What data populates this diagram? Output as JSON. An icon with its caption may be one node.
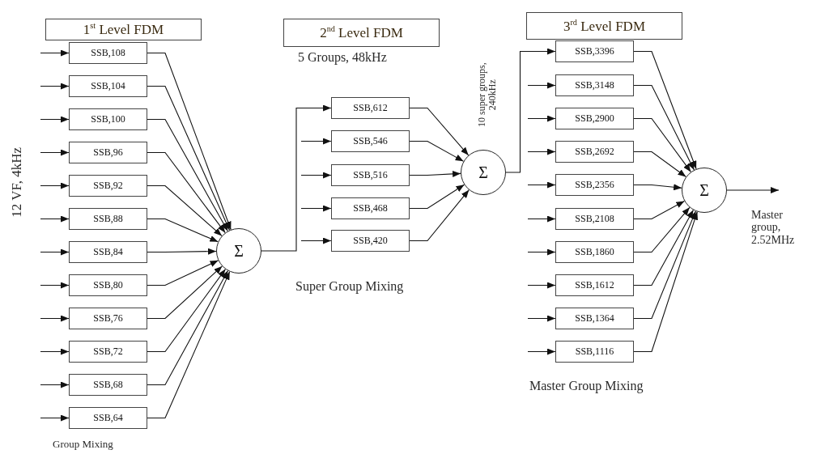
{
  "diagram": {
    "nodes": [
      {
        "text": [
          "1$^{st}$ Level FDM"
        ]
      },
      {
        "text": [
          "2$^{nd}$ Level FDM"
        ]
      },
      {
        "text": [
          "3$^{rd}$ Level FDM"
        ]
      },
      {
        "text": [
          "SSB,108"
        ]
      },
      {
        "text": [
          "SSB,104"
        ]
      },
      {
        "text": [
          "SSB,100"
        ]
      },
      {
        "text": [
          "SSB,96"
        ]
      },
      {
        "text": [
          "SSB,92"
        ]
      },
      {
        "text": [
          "SSB,88"
        ]
      },
      {
        "text": [
          "SSB,84"
        ]
      },
      {
        "text": [
          "SSB,80"
        ]
      },
      {
        "text": [
          "SSB,76"
        ]
      },
      {
        "text": [
          "SSB,72"
        ]
      },
      {
        "text": [
          "SSB,68"
        ]
      },
      {
        "text": [
          "SSB,64"
        ]
      },
      {
        "text": [
          "Σ"
        ]
      },
      {
        "text": [
          "SSB,612"
        ]
      },
      {
        "text": [
          "SSB,546"
        ]
      },
      {
        "text": [
          "SSB,516"
        ]
      },
      {
        "text": [
          "SSB,468"
        ]
      },
      {
        "text": [
          "SSB,420"
        ]
      },
      {
        "text": [
          "Σ"
        ]
      },
      {
        "text": [
          "SSB,3396"
        ]
      },
      {
        "text": [
          "SSB,3148"
        ]
      },
      {
        "text": [
          "SSB,2900"
        ]
      },
      {
        "text": [
          "SSB,2692"
        ]
      },
      {
        "text": [
          "SSB,2356"
        ]
      },
      {
        "text": [
          "SSB,2108"
        ]
      },
      {
        "text": [
          "SSB,1860"
        ]
      },
      {
        "text": [
          "SSB,1612"
        ]
      },
      {
        "text": [
          "SSB,1364"
        ]
      },
      {
        "text": [
          "SSB,1116"
        ]
      },
      {
        "text": [
          "Σ"
        ]
      }
    ],
    "edges": [
      {
        "from": null,
        "to": 3,
        "arrow": "to"
      },
      {
        "from": null,
        "to": 4,
        "arrow": "to"
      },
      {
        "from": null,
        "to": 5,
        "arrow": "to"
      },
      {
        "from": null,
        "to": 6,
        "arrow": "to"
      },
      {
        "from": null,
        "to": 7,
        "arrow": "to"
      },
      {
        "from": null,
        "to": 8,
        "arrow": "to"
      },
      {
        "from": null,
        "to": 9,
        "arrow": "to"
      },
      {
        "from": null,
        "to": 10,
        "arrow": "to"
      },
      {
        "from": null,
        "to": 11,
        "arrow": "to"
      },
      {
        "from": null,
        "to": 12,
        "arrow": "to"
      },
      {
        "from": null,
        "to": 13,
        "arrow": "to"
      },
      {
        "from": null,
        "to": 14,
        "arrow": "to"
      },
      {
        "from": 3,
        "to": 15,
        "arrow": "to"
      },
      {
        "from": 4,
        "to": 15,
        "arrow": "to"
      },
      {
        "from": 5,
        "to": 15,
        "arrow": "to"
      },
      {
        "from": 6,
        "to": 15,
        "arrow": "to"
      },
      {
        "from": 7,
        "to": 15,
        "arrow": "to"
      },
      {
        "from": 8,
        "to": 15,
        "arrow": "to"
      },
      {
        "from": 9,
        "to": 15,
        "arrow": "to"
      },
      {
        "from": 10,
        "to": 15,
        "arrow": "to"
      },
      {
        "from": 11,
        "to": 15,
        "arrow": "to"
      },
      {
        "from": 12,
        "to": 15,
        "arrow": "to"
      },
      {
        "from": 13,
        "to": 15,
        "arrow": "to"
      },
      {
        "from": 14,
        "to": 15,
        "arrow": "to"
      },
      {
        "from": 15,
        "to": 16,
        "arrow": "to"
      },
      {
        "from": null,
        "to": 17,
        "arrow": "to"
      },
      {
        "from": null,
        "to": 18,
        "arrow": "to"
      },
      {
        "from": null,
        "to": 19,
        "arrow": "to"
      },
      {
        "from": null,
        "to": 20,
        "arrow": "to"
      },
      {
        "from": 16,
        "to": 21,
        "arrow": "to"
      },
      {
        "from": 17,
        "to": 21,
        "arrow": "to"
      },
      {
        "from": 18,
        "to": 21,
        "arrow": "to"
      },
      {
        "from": 19,
        "to": 21,
        "arrow": "to"
      },
      {
        "from": 20,
        "to": 21,
        "arrow": "to"
      },
      {
        "from": 21,
        "to": 22,
        "arrow": "to"
      },
      {
        "from": null,
        "to": 23,
        "arrow": "to"
      },
      {
        "from": null,
        "to": 24,
        "arrow": "to"
      },
      {
        "from": null,
        "to": 25,
        "arrow": "to"
      },
      {
        "from": null,
        "to": 26,
        "arrow": "to"
      },
      {
        "from": null,
        "to": 27,
        "arrow": "to"
      },
      {
        "from": null,
        "to": 28,
        "arrow": "to"
      },
      {
        "from": null,
        "to": 29,
        "arrow": "to"
      },
      {
        "from": null,
        "to": 30,
        "arrow": "to"
      },
      {
        "from": null,
        "to": 31,
        "arrow": "to"
      },
      {
        "from": 22,
        "to": 32,
        "arrow": "to"
      },
      {
        "from": 23,
        "to": 32,
        "arrow": "to"
      },
      {
        "from": 24,
        "to": 32,
        "arrow": "to"
      },
      {
        "from": 25,
        "to": 32,
        "arrow": "to"
      },
      {
        "from": 26,
        "to": 32,
        "arrow": "to"
      },
      {
        "from": 27,
        "to": 32,
        "arrow": "to"
      },
      {
        "from": 28,
        "to": 32,
        "arrow": "to"
      },
      {
        "from": 29,
        "to": 32,
        "arrow": "to"
      },
      {
        "from": 30,
        "to": 32,
        "arrow": "to"
      },
      {
        "from": 31,
        "to": 32,
        "arrow": "to"
      },
      {
        "from": 32,
        "to": null,
        "arrow": "to"
      }
    ],
    "labels": [
      "12 VF, 4kHz",
      "5 Groups, 48kHz",
      "10 super groups, 240kHz",
      "Group Mixing",
      "Super Group Mixing",
      "Master group, 2.52MHz",
      "Master Group Mixing"
    ]
  }
}
